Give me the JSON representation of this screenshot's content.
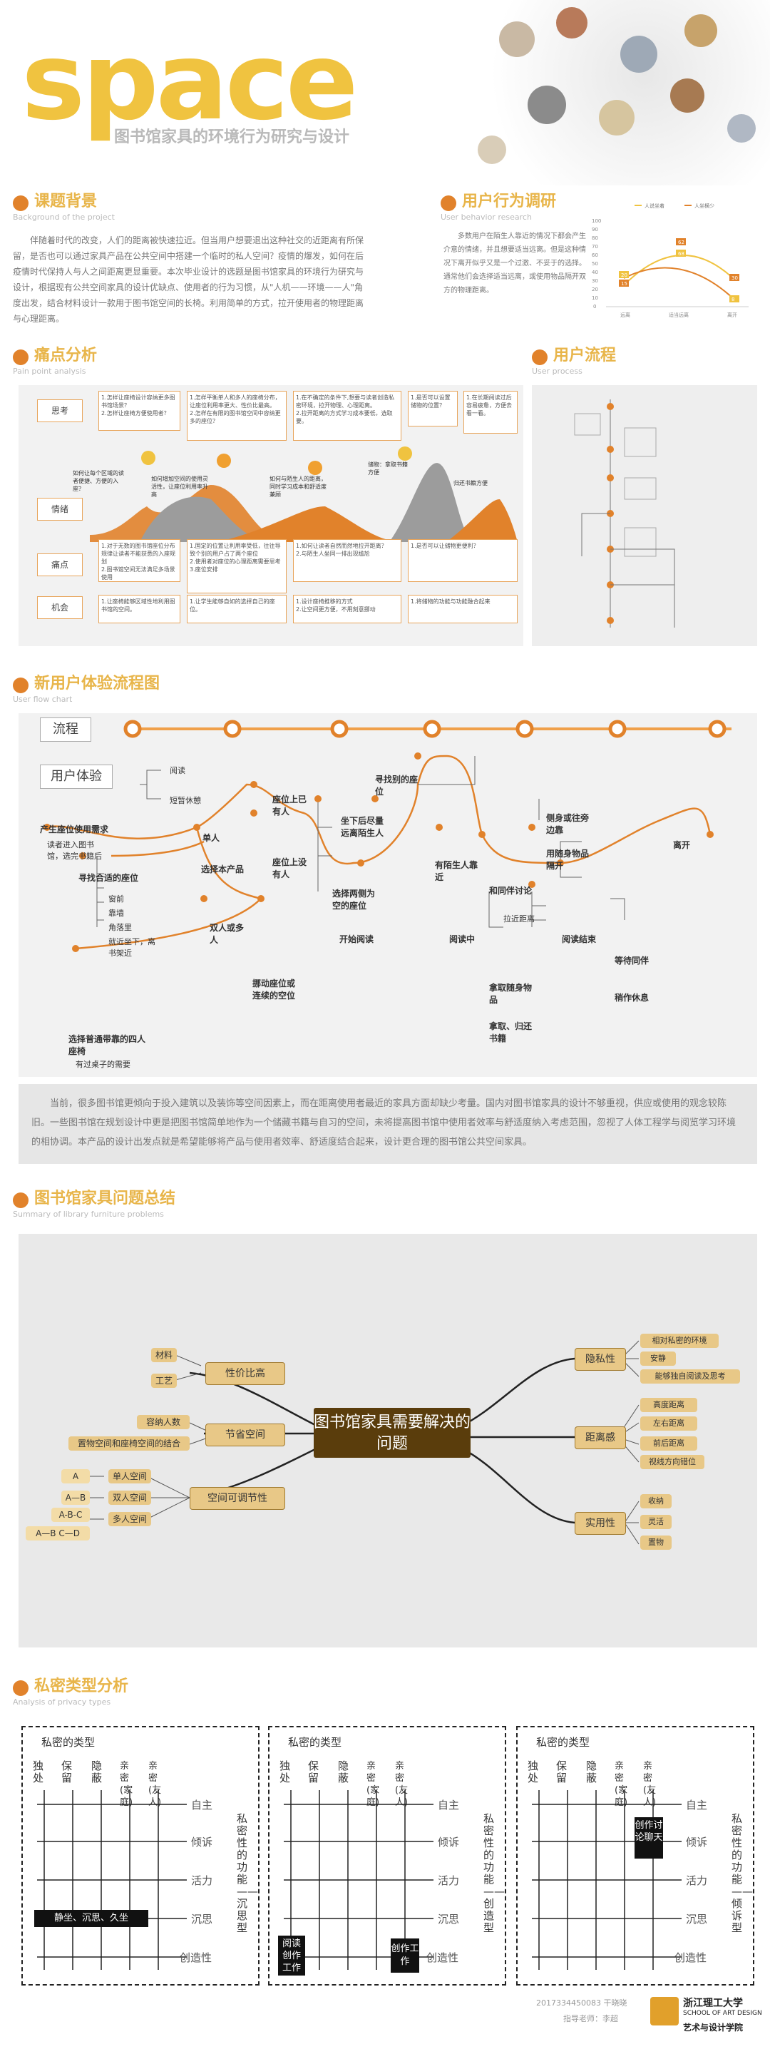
{
  "header": {
    "title": "space",
    "subtitle": "图书馆家具的环境行为研究与设计"
  },
  "background": {
    "title": "课题背景",
    "en": "Background of the project",
    "text": "伴随着时代的改变，人们的距离被快速拉近。但当用户想要退出这种社交的近距离有所保留，是否也可以通过家具产品在公共空间中搭建一个临时的私人空间？疫情的爆发，如何在后疫情时代保持人与人之间距离更显重要。本次毕业设计的选题是图书馆家具的环境行为研究与设计，根据现有公共空间家具的设计优缺点、使用者的行为习惯，从\"人机——环境——人\"角度出发，结合材料设计一款用于图书馆空间的长椅。利用简单的方式，拉开使用者的物理距离与心理距离。"
  },
  "research": {
    "title": "用户行为调研",
    "en": "User behavior research",
    "text": "多数用户在陌生人靠近的情况下都会产生介意的情绪，并且想要适当远离。但是这种情况下离开似乎又是一个过激、不妥于的选择。通常他们会选择适当远离，或使用物品隔开双方的物理距离。",
    "legend": [
      "人说坐着",
      "人坐横少"
    ],
    "x_labels": [
      "远离",
      "适当远离",
      "离开"
    ],
    "y_ticks": [
      "100",
      "90",
      "80",
      "70",
      "60",
      "50",
      "40",
      "30",
      "20",
      "10",
      "0"
    ],
    "point_labels": [
      "15",
      "20",
      "62",
      "68",
      "30",
      "8"
    ]
  },
  "painpoints": {
    "title": "痛点分析",
    "en": "Pain point analysis",
    "rows": [
      "思考",
      "情绪",
      "痛点",
      "机会"
    ],
    "think": [
      "1.怎样让座椅设计容纳更多图书馆场景？\n2.怎样让座椅方便使用者？",
      "1.怎样平衡单人和多人的座椅分布，让座位利用率更大、性价比最高。\n2.怎样在有限的图书馆空间中容纳更多的座位？",
      "1.在不确定的条件下,想要与读者创造私密环境，拉开物理、心理距离。\n2.拉开距离的方式学习成本要低，选取要。",
      "1.是否可以设置储物的位置？",
      "1.在长期阅读过后容易疲惫，方便去看一看。"
    ],
    "emotions": [
      "如何让每个区域的读者便捷、方便的入座？",
      "如何增加空间的使用灵活性，让座位利用率升高",
      "如何与陌生人的距离，同时学习成本和舒适度兼顾",
      "储物：拿取书籍方便",
      "归还书籍方便"
    ],
    "pains": [
      "1.对于无数的图书馆座位分布规律让读者不能获悉的入座规划\n2.图书馆空间无法满足多场景使用",
      "1.固定的位置让利用率受低，往往导致个别的用户占了两个座位\n2.使用者对座位的心理距离需要思考\n3.座位安排",
      "1.如何让读者自然而然地拉开距离？\n2.与陌生人坐同一排出现尴尬",
      "1.是否可以让储物更便利？"
    ],
    "opps": [
      "1.让座椅能够区域性地利用图书馆的空间。",
      "1.让学生能够自如的选择自己的座位。",
      "1.设计座椅推移的方式\n2.让空间更方便，不用刻意挪动",
      "1.将储物的功能与功能融合起来"
    ]
  },
  "process": {
    "title": "用户流程",
    "en": "User process"
  },
  "flow": {
    "title": "新用户体验流程图",
    "en": "User flow chart",
    "tag_flow": "流程",
    "tag_exp": "用户体验",
    "nodes": {
      "need": "产生座位使用需求",
      "enter": "读者进入图书馆，选完书籍后",
      "read": "阅读",
      "rest": "短暂休憩",
      "find": "寻找合适的座位",
      "window": "窗前",
      "wall": "靠墙",
      "corner": "角落里",
      "shelf": "就近坐下，离书架近",
      "choose": "选择本产品",
      "single": "单人",
      "occupied": "座位上已有人",
      "next": "坐下后尽量远离陌生人",
      "empty": "座位上没有人",
      "choose_far": "选择两侧为空的座位",
      "double": "双人或多人",
      "move": "挪动座位或连续的空位",
      "normal": "选择普通带靠的四人座椅",
      "table": "有过桌子的需要",
      "start": "开始阅读",
      "find_other": "寻找别的座位",
      "stranger": "有陌生人靠近",
      "reading": "阅读中",
      "discuss": "和同伴讨论",
      "distance": "拉近距离",
      "end": "阅读结束",
      "side": "侧身或往旁边靠",
      "items": "用随身物品隔开",
      "leave": "离开",
      "wait": "等待同伴",
      "rest2": "稍作休息",
      "take": "拿取随身物品",
      "return": "拿取、归还书籍"
    },
    "paragraph": "当前，很多图书馆更倾向于投入建筑以及装饰等空间因素上，而在距离使用者最近的家具方面却缺少考量。国内对图书馆家具的设计不够重视，供应或使用的观念较陈旧。一些图书馆在规划设计中更是把图书馆简单地作为一个储藏书籍与自习的空间，未将提高图书馆中使用者效率与舒适度纳入考虑范围，忽视了人体工程学与阅览学习环境的相协调。本产品的设计出发点就是希望能够将产品与使用者效率、舒适度结合起来，设计更合理的图书馆公共空间家具。"
  },
  "summary": {
    "title": "图书馆家具问题总结",
    "en": "Summary of library furniture problems",
    "center": "图书馆家具需要解决的问题",
    "left": [
      {
        "label": "性价比高",
        "leaves": [
          "材料",
          "工艺"
        ]
      },
      {
        "label": "节省空间",
        "leaves": [
          "容纳人数",
          "置物空间和座椅空间的结合"
        ]
      },
      {
        "label": "空间可调节性",
        "leaves": [
          "单人空间",
          "双人空间",
          "多人空间"
        ],
        "sub": [
          "A",
          "A—B",
          "A-B-C",
          "A—B  C—D"
        ]
      }
    ],
    "right": [
      {
        "label": "隐私性",
        "leaves": [
          "相对私密的环境",
          "安静",
          "能够独自阅读及思考"
        ]
      },
      {
        "label": "距离感",
        "leaves": [
          "高度距离",
          "左右距离",
          "前后距离",
          "视线方向错位"
        ]
      },
      {
        "label": "实用性",
        "leaves": [
          "收纳",
          "灵活",
          "置物"
        ]
      }
    ]
  },
  "privacy": {
    "title": "私密类型分析",
    "en": "Analysis of privacy types",
    "grid_title": "私密的类型",
    "cols": [
      "独处",
      "保留",
      "隐蔽",
      "亲密(家庭)",
      "亲密(友人)"
    ],
    "rows": [
      "自主",
      "倾诉",
      "活力",
      "沉思",
      "创造性"
    ],
    "side_label": "私密性的功能——沉思型",
    "side_label2": "私密性的功能——创造型",
    "side_label3": "私密性的功能——倾诉型",
    "grid1_block": "静坐、沉思、久坐",
    "grid2_block1": "阅读创作工作",
    "grid2_block2": "创作工作",
    "grid3_block": "创作讨论聊天"
  },
  "footer": {
    "student": "2017334450083 干晓晓",
    "advisor": "指导老师：李超",
    "school": "浙江理工大学",
    "school_en": "SCHOOL OF ART DESIGN",
    "school_cn2": "艺术与设计学院"
  },
  "colors": {
    "accent": "#f0c340",
    "orange": "#e1822b",
    "brown": "#6b4a10",
    "tan": "#e8c887"
  }
}
